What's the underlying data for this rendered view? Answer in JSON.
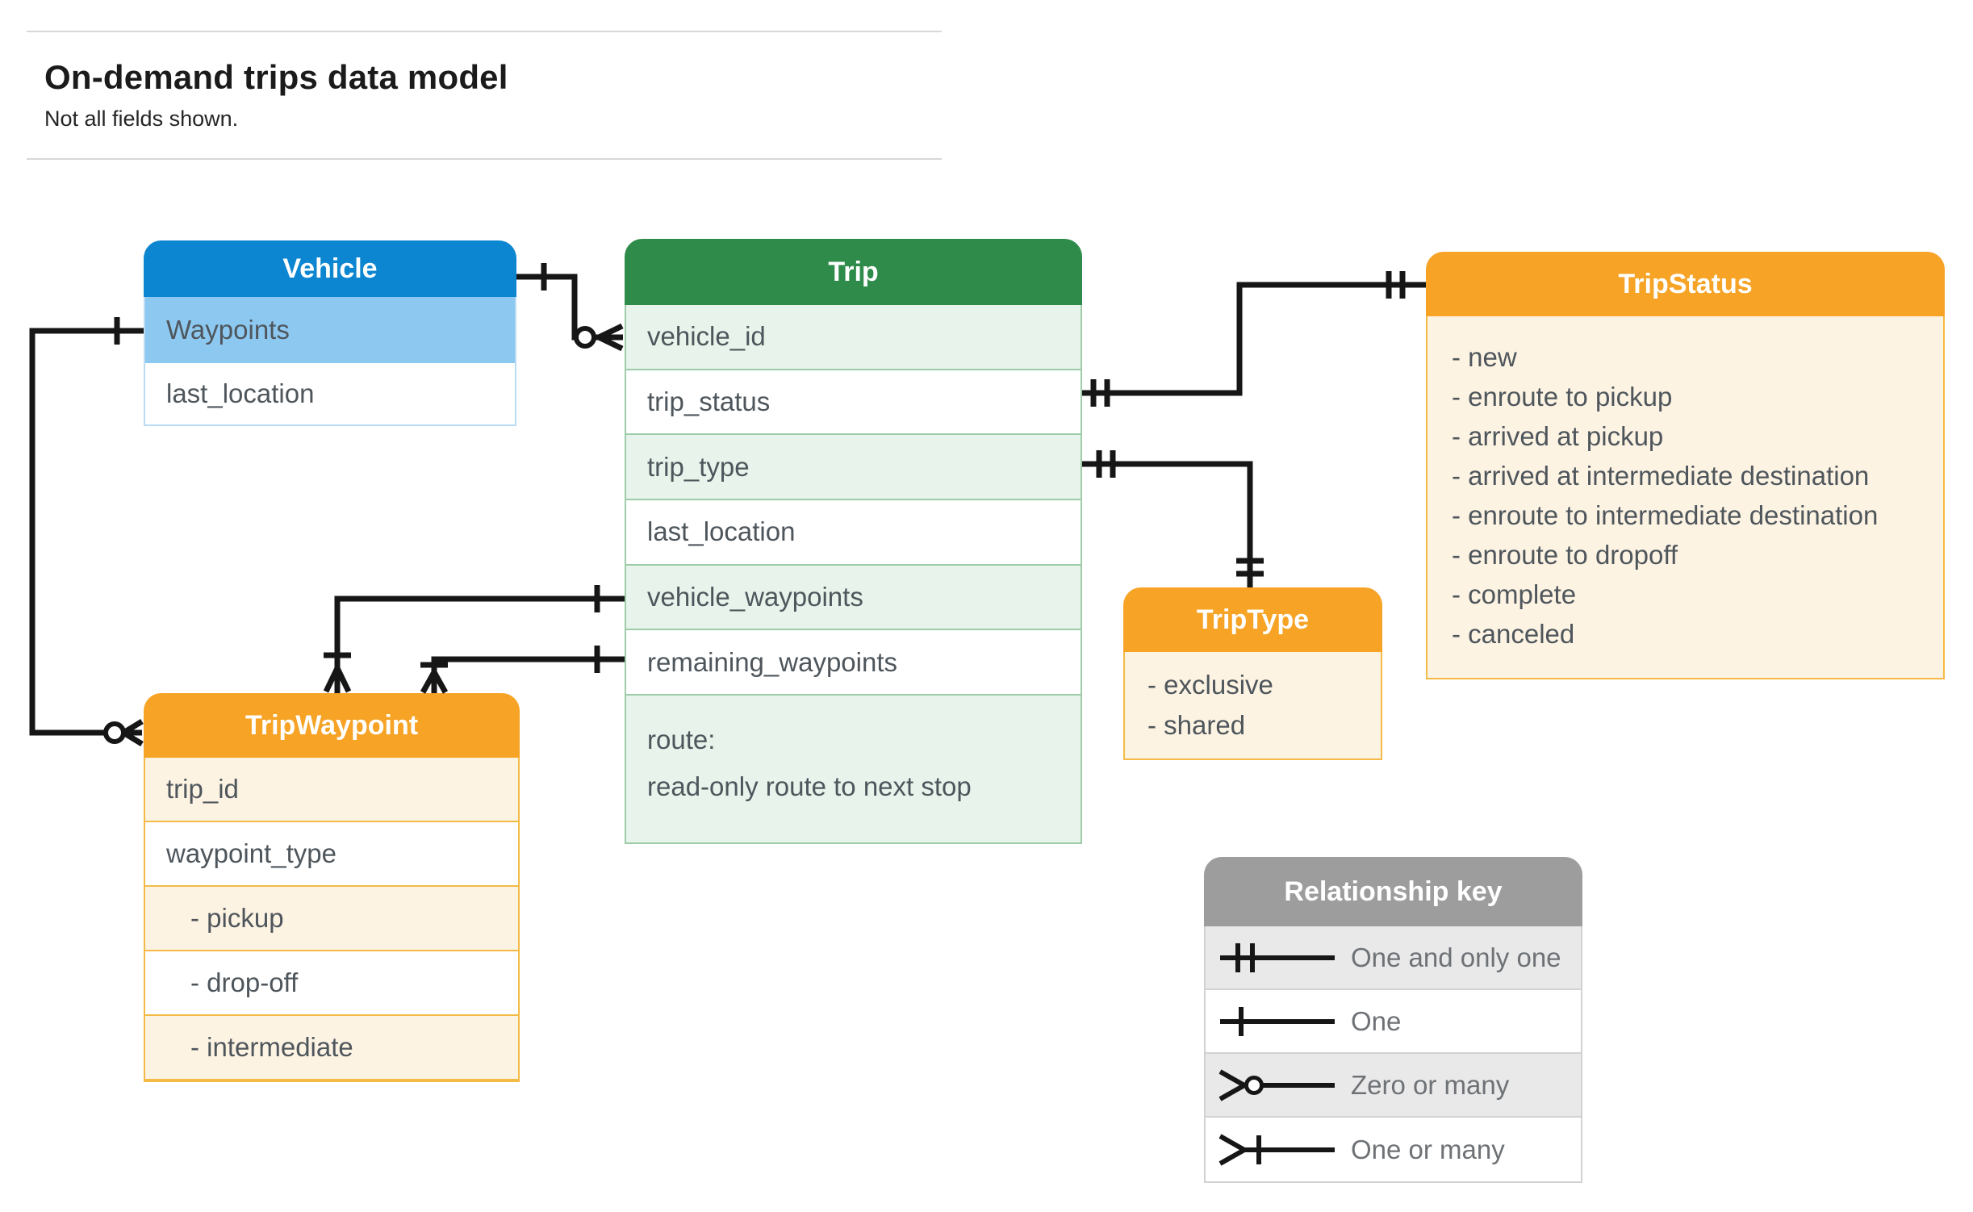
{
  "page": {
    "title": "On-demand trips data model",
    "subtitle": "Not all fields shown."
  },
  "entities": {
    "vehicle": {
      "title": "Vehicle",
      "fields": [
        "Waypoints",
        "last_location"
      ]
    },
    "trip": {
      "title": "Trip",
      "fields": [
        "vehicle_id",
        "trip_status",
        "trip_type",
        "last_location",
        "vehicle_waypoints",
        "remaining_waypoints"
      ],
      "route_line1": "route:",
      "route_line2": "read-only route to next stop"
    },
    "tripstatus": {
      "title": "TripStatus",
      "values": [
        "- new",
        "- enroute to pickup",
        "- arrived at pickup",
        "- arrived at intermediate destination",
        "- enroute to intermediate destination",
        "- enroute to dropoff",
        "- complete",
        "- canceled"
      ]
    },
    "triptype": {
      "title": "TripType",
      "values": [
        "- exclusive",
        "- shared"
      ]
    },
    "tripwaypoint": {
      "title": "TripWaypoint",
      "fields": [
        "trip_id",
        "waypoint_type",
        "- pickup",
        "- drop-off",
        "- intermediate"
      ]
    }
  },
  "legend": {
    "title": "Relationship key",
    "rows": [
      {
        "symbol": "one-and-only-one",
        "label": "One and only one"
      },
      {
        "symbol": "one",
        "label": "One"
      },
      {
        "symbol": "zero-or-many",
        "label": "Zero or many"
      },
      {
        "symbol": "one-or-many",
        "label": "One or many"
      }
    ]
  },
  "relationships": [
    {
      "from": "Vehicle",
      "to": "Trip.vehicle_id",
      "from_end": "one",
      "to_end": "zero-or-many"
    },
    {
      "from": "Vehicle.Waypoints",
      "to": "TripWaypoint",
      "from_end": "one",
      "to_end": "zero-or-many"
    },
    {
      "from": "Trip.trip_status",
      "to": "TripStatus",
      "from_end": "one-and-only-one",
      "to_end": "one-and-only-one"
    },
    {
      "from": "Trip.trip_type",
      "to": "TripType",
      "from_end": "one-and-only-one",
      "to_end": "one-and-only-one"
    },
    {
      "from": "Trip.vehicle_waypoints",
      "to": "TripWaypoint",
      "from_end": "one",
      "to_end": "one-or-many"
    },
    {
      "from": "Trip.remaining_waypoints",
      "to": "TripWaypoint",
      "from_end": "one",
      "to_end": "one-or-many"
    }
  ],
  "colors": {
    "vehicle_header": "#0d86d1",
    "vehicle_row_tint": "#8dc8f1",
    "trip_header": "#2e8b4a",
    "trip_row_tint": "#e8f3eb",
    "orange_header": "#f6a326",
    "orange_row_tint": "#fdf3e3",
    "legend_header": "#9d9d9d",
    "legend_row_tint": "#e9e9e9",
    "connector": "#161616",
    "field_text": "#4e565c"
  }
}
